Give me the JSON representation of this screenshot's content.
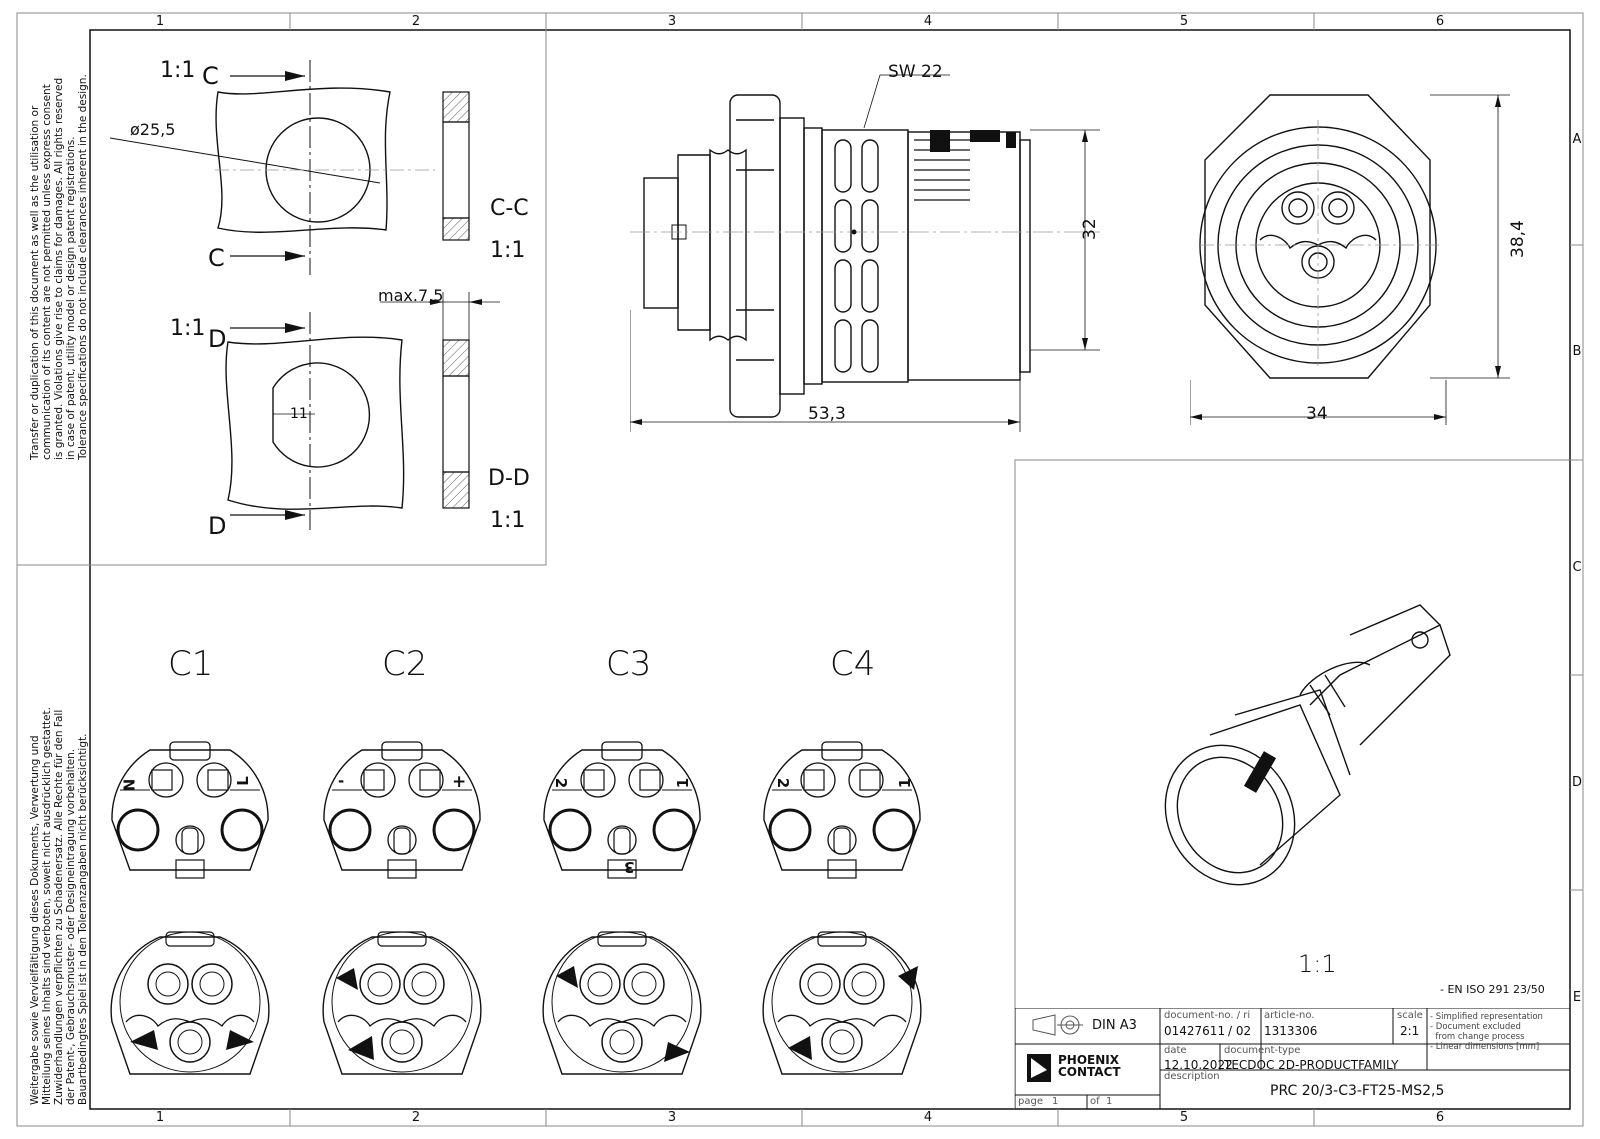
{
  "grid": {
    "columns": [
      "1",
      "2",
      "3",
      "4",
      "5",
      "6"
    ],
    "rows": [
      "A",
      "B",
      "C",
      "D",
      "E"
    ]
  },
  "legal_en": "Transfer or duplication of this document as well as the utilisation or\ncommunication of its content are not permitted unless express consent\nis granted. Violations give rise to claims for damages. All rights reserved\nin case of patent, utility model or design patent registrations.\nTolerance specifications do not include clearances inherent in the design.",
  "legal_de": "Weitergabe sowie Vervielfältigung dieses Dokuments, Verwertung und\nMitteilung seines Inhalts sind verboten, soweit nicht ausdrücklich gestattet.\nZuwiderhandlungen verpflichten zu Schadenersatz. Alle Rechte für den Fall\nder Patent-, Gebrauchsmuster- oder Designeintragung vorbehalten.\nBauartbedingtes Spiel ist in den Toleranzangaben nicht berücksichtigt.",
  "sections": {
    "c_scale": "1:1",
    "c_letter": "C",
    "c_label": "C-C",
    "c_view_scale": "1:1",
    "diameter": "ø25,5",
    "d_scale": "1:1",
    "d_letter": "D",
    "d_label": "D-D",
    "d_view_scale": "1:1",
    "flat": "11",
    "max_thickness": "max.7,5"
  },
  "side_view": {
    "wrench": "SW 22",
    "height": "32",
    "length": "53,3"
  },
  "front_view": {
    "height": "38,4",
    "width": "34"
  },
  "codings": [
    "C1",
    "C2",
    "C3",
    "C4"
  ],
  "coding_pins": {
    "c1": {
      "left": "N",
      "right": "L"
    },
    "c2": {
      "left": "-",
      "right": "+"
    },
    "c3": {
      "left": "2",
      "right": "1",
      "bottom": "3"
    },
    "c4": {
      "left": "2",
      "right": "1"
    }
  },
  "iso_view": {
    "scale": "1:1",
    "standard": "- EN ISO 291 23/50"
  },
  "title_block": {
    "format": "DIN A3",
    "document_no_label": "document-no. / ri",
    "document_no": "01427611",
    "revision": "/ 02",
    "article_no_label": "article-no.",
    "article_no": "1313306",
    "scale_label": "scale",
    "scale": "2:1",
    "notes": "- Simplified representation\n- Document excluded\n  from change process\n- Linear dimensions [mm]",
    "date_label": "date",
    "date": "12.10.2022",
    "doc_type_label": "document-type",
    "doc_type": "TECDOC 2D-PRODUCTFAMILY",
    "logo_line1": "PHOENIX",
    "logo_line2": "CONTACT",
    "description_label": "description",
    "description": "PRC 20/3-C3-FT25-MS2,5",
    "page_label": "page",
    "page": "1",
    "of_label": "of",
    "of": "1"
  }
}
